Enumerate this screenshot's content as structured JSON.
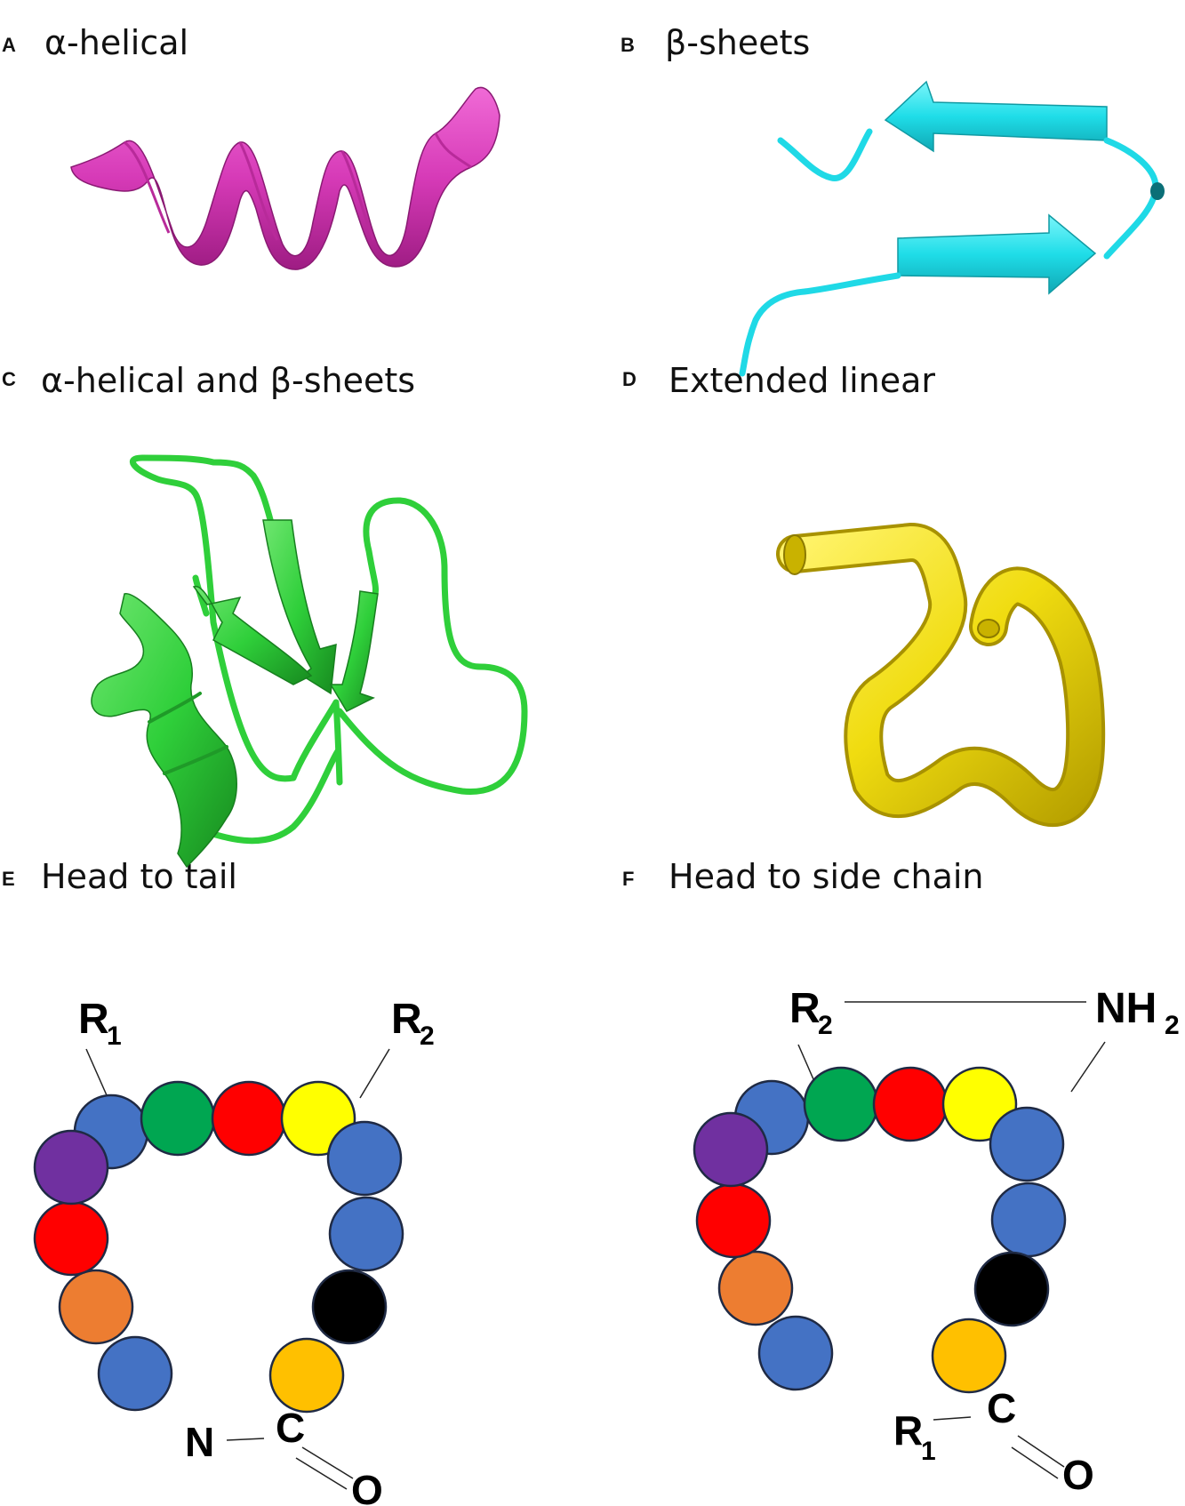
{
  "panels": {
    "a": {
      "letter": "A",
      "title": "α-helical",
      "color": "#d633b4"
    },
    "b": {
      "letter": "B",
      "title": "β-sheets",
      "color": "#1fd9e6"
    },
    "c": {
      "letter": "C",
      "title": "α-helical and β-sheets",
      "color": "#2fcf3a"
    },
    "d": {
      "letter": "D",
      "title": "Extended linear",
      "color": "#f0dc10"
    },
    "e": {
      "letter": "E",
      "title": "Head to tail",
      "labels": {
        "r1": "R",
        "r1_sub": "1",
        "r2": "R",
        "r2_sub": "2",
        "n": "N",
        "c": "C",
        "o": "O"
      },
      "bead_colors": [
        "#4472c4",
        "#00a651",
        "#ff0000",
        "#ffff00",
        "#4472c4",
        "#4472c4",
        "#000000",
        "#ffc000",
        "#4472c4",
        "#ed7d31",
        "#ff0000",
        "#7030a0"
      ]
    },
    "f": {
      "letter": "F",
      "title": "Head to side chain",
      "labels": {
        "r2": "R",
        "r2_sub": "2",
        "nh": "NH",
        "nh_sub": "2",
        "r1": "R",
        "r1_sub": "1",
        "c": "C",
        "o": "O"
      },
      "bead_colors": [
        "#4472c4",
        "#00a651",
        "#ff0000",
        "#ffff00",
        "#4472c4",
        "#4472c4",
        "#000000",
        "#ffc000",
        "#4472c4",
        "#ed7d31",
        "#ff0000",
        "#7030a0"
      ]
    }
  }
}
